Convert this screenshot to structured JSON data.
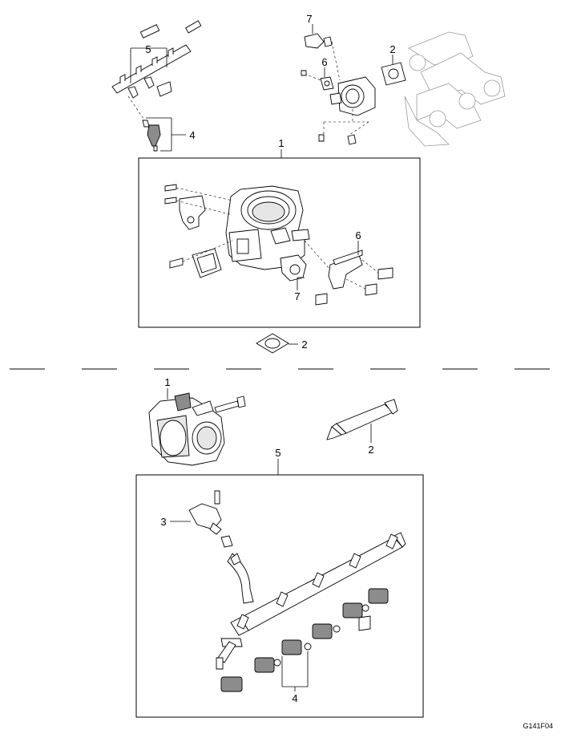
{
  "diagram": {
    "top_callouts": {
      "throttle_assy": "1",
      "gasket_a": "2",
      "gasket_b": "2",
      "injector": "4",
      "fuel_rail": "5",
      "sensor_a": "6",
      "sensor_b": "6",
      "valve_a": "7",
      "valve_b": "7"
    },
    "bottom_callouts": {
      "throttle_body": "1",
      "sealant": "2",
      "regulator": "3",
      "injector_set": "4",
      "rail_assy": "5"
    },
    "figure_code": "G141F04"
  }
}
